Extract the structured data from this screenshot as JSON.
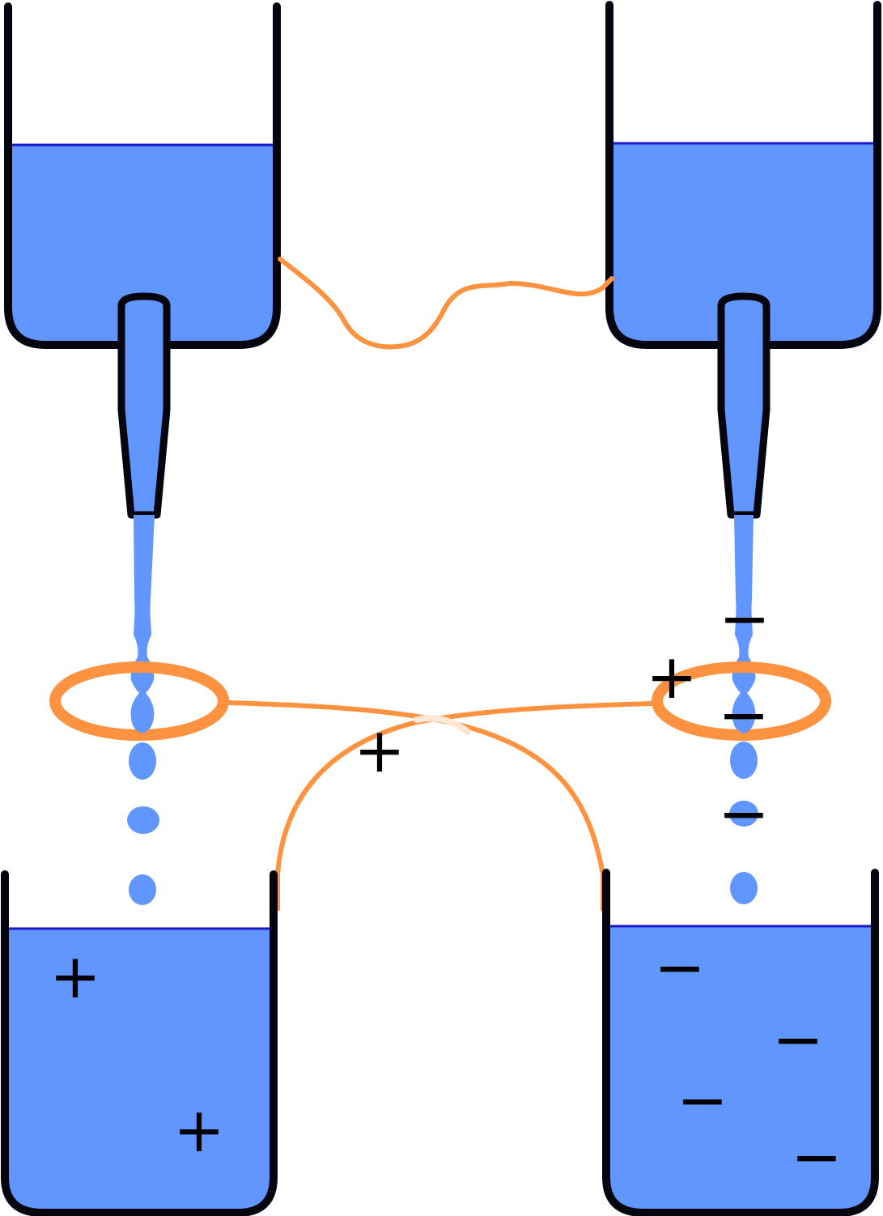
{
  "diagram": {
    "colors": {
      "water": "#6096fd",
      "water_surface": "#1a1acc",
      "outline": "#05050f",
      "wire": "#fd9240",
      "charge": "#000000",
      "background": "#ffffff"
    },
    "components": [
      "upper-left-reservoir",
      "upper-right-reservoir",
      "lower-left-bucket",
      "lower-right-bucket",
      "left-induction-ring",
      "right-induction-ring",
      "cross-wires",
      "upper-connecting-wire"
    ],
    "charges": {
      "positive": "+",
      "negative": "−"
    }
  }
}
